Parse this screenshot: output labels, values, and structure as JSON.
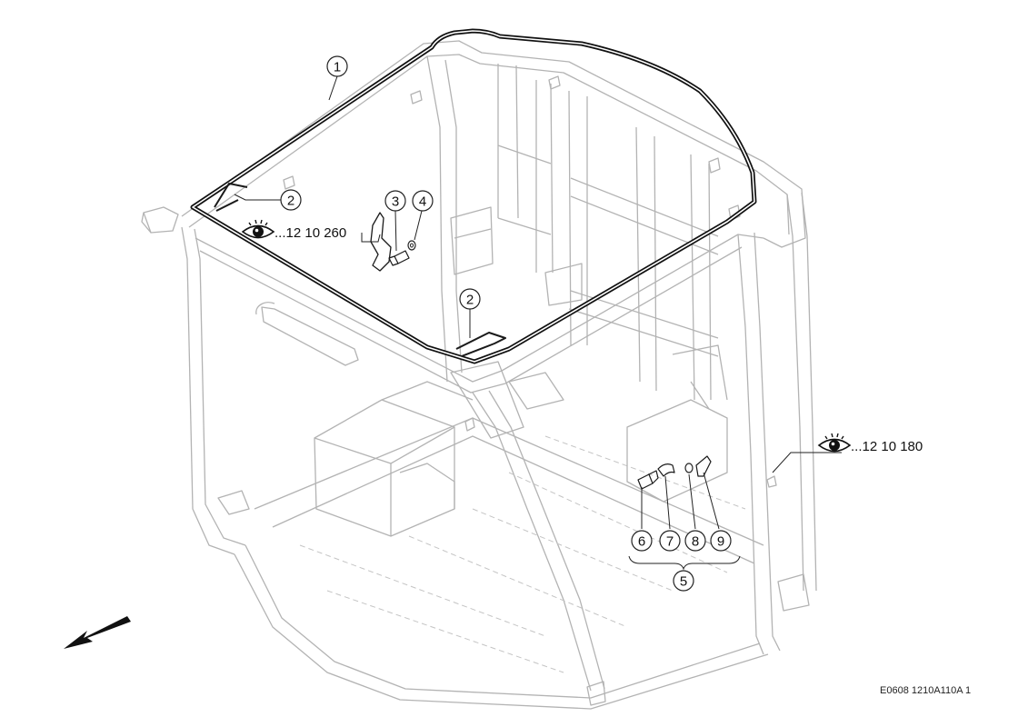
{
  "callouts": [
    {
      "id": "callout-1",
      "label": "1"
    },
    {
      "id": "callout-2a",
      "label": "2"
    },
    {
      "id": "callout-2b",
      "label": "2"
    },
    {
      "id": "callout-3",
      "label": "3"
    },
    {
      "id": "callout-4",
      "label": "4"
    },
    {
      "id": "callout-5",
      "label": "5"
    },
    {
      "id": "callout-6",
      "label": "6"
    },
    {
      "id": "callout-7",
      "label": "7"
    },
    {
      "id": "callout-8",
      "label": "8"
    },
    {
      "id": "callout-9",
      "label": "9"
    }
  ],
  "references": {
    "left": "...12 10 260",
    "right": "...12 10 180"
  },
  "drawing_code": "E0608 1210A110A 1",
  "icons": [
    "eye-icon",
    "direction-arrow-icon"
  ]
}
